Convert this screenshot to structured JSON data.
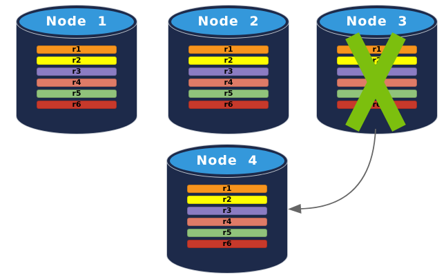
{
  "diagram": {
    "description": "Database replication failover: Node 3 fails, its replicas are recovered on Node 4",
    "background": "#ffffff",
    "colors": {
      "cylinder_top": "#3498DB",
      "cylinder_body": "#1D2A4A",
      "title_text": "#FFFFFF",
      "row_text": "#000000",
      "failure_x": "#7CBF0E",
      "arrow": "#666666"
    },
    "nodes": [
      {
        "title": "Node 1",
        "failed": false,
        "rows": [
          {
            "label": "r1",
            "color": "#F7941D"
          },
          {
            "label": "r2",
            "color": "#FFFF00"
          },
          {
            "label": "r3",
            "color": "#8B7CC3"
          },
          {
            "label": "r4",
            "color": "#DF7B67"
          },
          {
            "label": "r5",
            "color": "#90C37B"
          },
          {
            "label": "r6",
            "color": "#C7392B"
          }
        ]
      },
      {
        "title": "Node 2",
        "failed": false,
        "rows": [
          {
            "label": "r1",
            "color": "#F7941D"
          },
          {
            "label": "r2",
            "color": "#FFFF00"
          },
          {
            "label": "r3",
            "color": "#8B7CC3"
          },
          {
            "label": "r4",
            "color": "#DF7B67"
          },
          {
            "label": "r5",
            "color": "#90C37B"
          },
          {
            "label": "r6",
            "color": "#C7392B"
          }
        ]
      },
      {
        "title": "Node 3",
        "failed": true,
        "rows": [
          {
            "label": "r1",
            "color": "#F7941D"
          },
          {
            "label": "r2",
            "color": "#FFFF00"
          },
          {
            "label": "r3",
            "color": "#8B7CC3"
          },
          {
            "label": "r4",
            "color": "#DF7B67"
          },
          {
            "label": "r5",
            "color": "#90C37B"
          },
          {
            "label": "r6",
            "color": "#C7392B"
          }
        ]
      },
      {
        "title": "Node 4",
        "failed": false,
        "rows": [
          {
            "label": "r1",
            "color": "#F7941D"
          },
          {
            "label": "r2",
            "color": "#FFFF00"
          },
          {
            "label": "r3",
            "color": "#8B7CC3"
          },
          {
            "label": "r4",
            "color": "#DF7B67"
          },
          {
            "label": "r5",
            "color": "#90C37B"
          },
          {
            "label": "r6",
            "color": "#C7392B"
          }
        ]
      }
    ],
    "arrow": {
      "from": "Node 3",
      "to": "Node 4"
    }
  }
}
